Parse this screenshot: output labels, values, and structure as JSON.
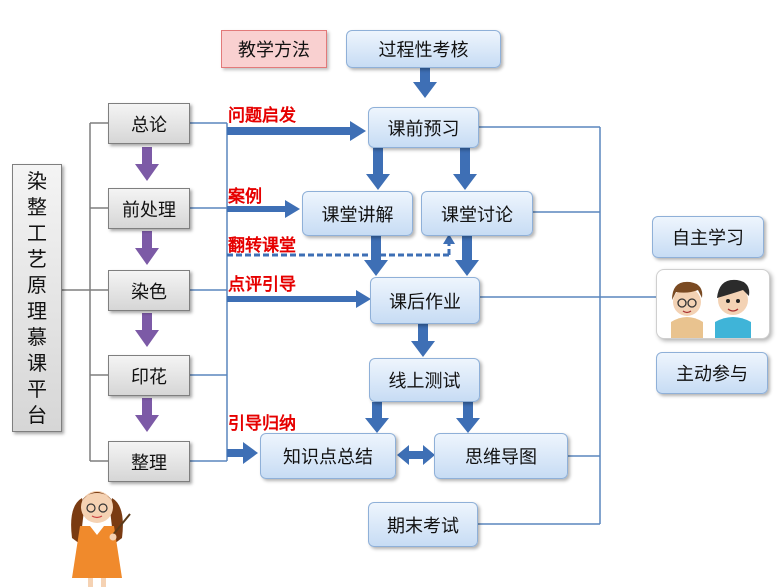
{
  "method_tag": "教学方法",
  "platform": [
    "染",
    "整",
    "工",
    "艺",
    "原",
    "理",
    "慕",
    "课",
    "平",
    "台"
  ],
  "chapters": [
    "总论",
    "前处理",
    "染色",
    "印花",
    "整理"
  ],
  "methods": [
    "问题启发",
    "案例",
    "翻转课堂",
    "点评引导",
    "引导归纳"
  ],
  "process": {
    "assessment": "过程性考核",
    "preview": "课前预习",
    "lecture": "课堂讲解",
    "discussion": "课堂讨论",
    "homework": "课后作业",
    "online_test": "线上测试",
    "summary": "知识点总结",
    "mindmap": "思维导图",
    "final_exam": "期末考试"
  },
  "student": {
    "self_study": "自主学习",
    "participation": "主动参与"
  },
  "colors": {
    "arrow_blue": "#3e6fb5",
    "arrow_purple": "#7c5aa6",
    "line_blue": "#5a86bd",
    "text_red": "#e60000"
  }
}
